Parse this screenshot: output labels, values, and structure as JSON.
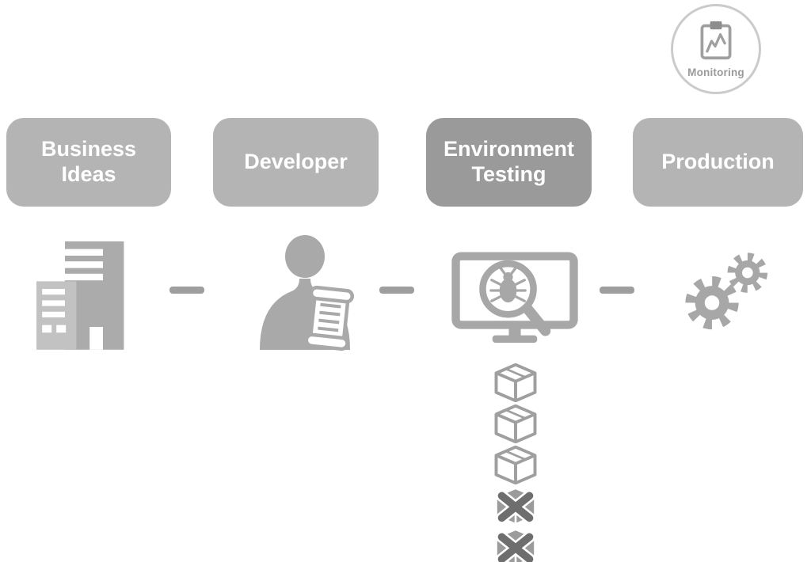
{
  "monitoring": {
    "label": "Monitoring",
    "icon": "clipboard-chart-icon"
  },
  "stages": [
    {
      "label": "Business Ideas",
      "icon": "buildings-icon",
      "color": "#b4b4b4"
    },
    {
      "label": "Developer",
      "icon": "developer-scroll-icon",
      "color": "#b4b4b4"
    },
    {
      "label": "Environment Testing",
      "icon": "bug-scan-monitor-icon",
      "color": "#9a9a9a"
    },
    {
      "label": "Production",
      "icon": "gears-icon",
      "color": "#b4b4b4"
    }
  ],
  "deployment_stack": {
    "items": [
      "package",
      "package",
      "package",
      "rejected",
      "rejected"
    ]
  },
  "colors": {
    "background": "#ffffff",
    "box_text": "#ffffff",
    "box_default": "#b4b4b4",
    "box_highlight": "#9a9a9a",
    "icon_gray": "#a8a8a8",
    "connector_gray": "#9e9e9e",
    "monitoring_ring": "#cbcbcb",
    "monitoring_text": "#9a9a9a",
    "rejected_x": "#6e6e6e"
  }
}
